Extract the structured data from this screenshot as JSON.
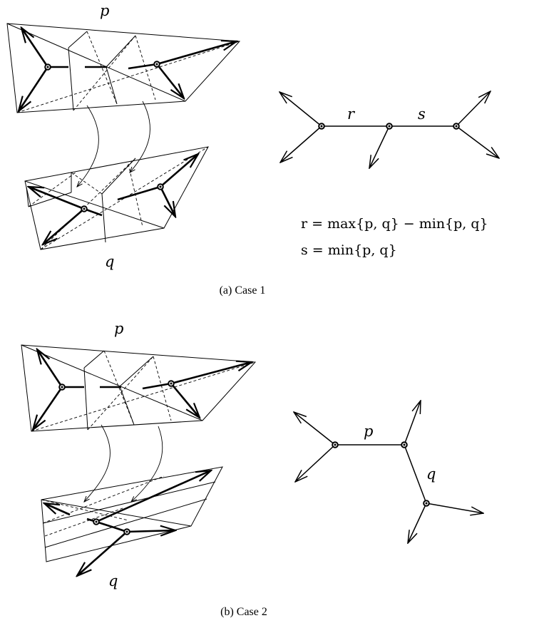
{
  "case1": {
    "label_p": "p",
    "label_q": "q",
    "label_r": "r",
    "label_s": "s",
    "eq_r": "r = max{p, q} − min{p, q}",
    "eq_s": "s = min{p, q}",
    "caption": "(a)  Case 1"
  },
  "case2": {
    "label_p": "p",
    "label_q": "q",
    "tree_p": "p",
    "tree_q": "q",
    "caption": "(b)  Case 2"
  }
}
